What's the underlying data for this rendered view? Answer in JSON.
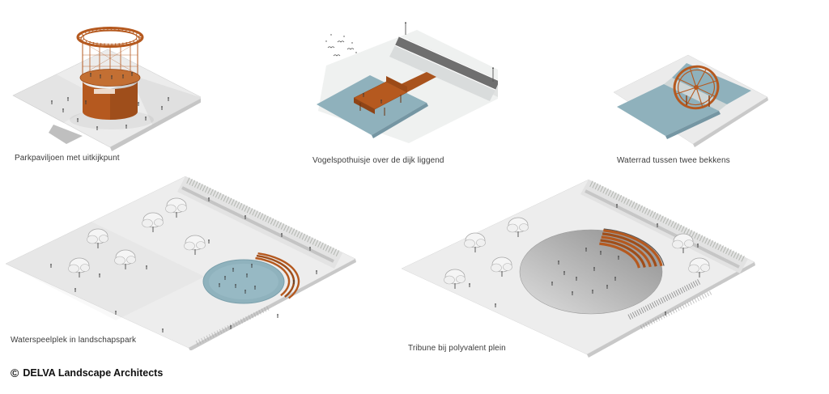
{
  "page": {
    "background_color": "#ffffff"
  },
  "figures": [
    {
      "id": "parkpaviljoen",
      "caption": "Parkpaviljoen met uitkijkpunt"
    },
    {
      "id": "vogelspothuisje",
      "caption": "Vogelspothuisje over de dijk liggend"
    },
    {
      "id": "waterrad",
      "caption": "Waterrad tussen twee bekkens"
    },
    {
      "id": "waterspeelplek",
      "caption": "Waterspeelplek in landschapspark"
    },
    {
      "id": "tribune",
      "caption": "Tribune bij polyvalent plein"
    }
  ],
  "footer": {
    "symbol": "©",
    "credit": "DELVA Landscape Architects"
  },
  "colors": {
    "corten_orange": "#b5591f",
    "corten_dark": "#9c4a17",
    "water_blue": "#8fb1bc",
    "terrain_gray": "#ededed",
    "path_dark_gray": "#6f6f6f",
    "caption_text": "#3b3b3b"
  }
}
